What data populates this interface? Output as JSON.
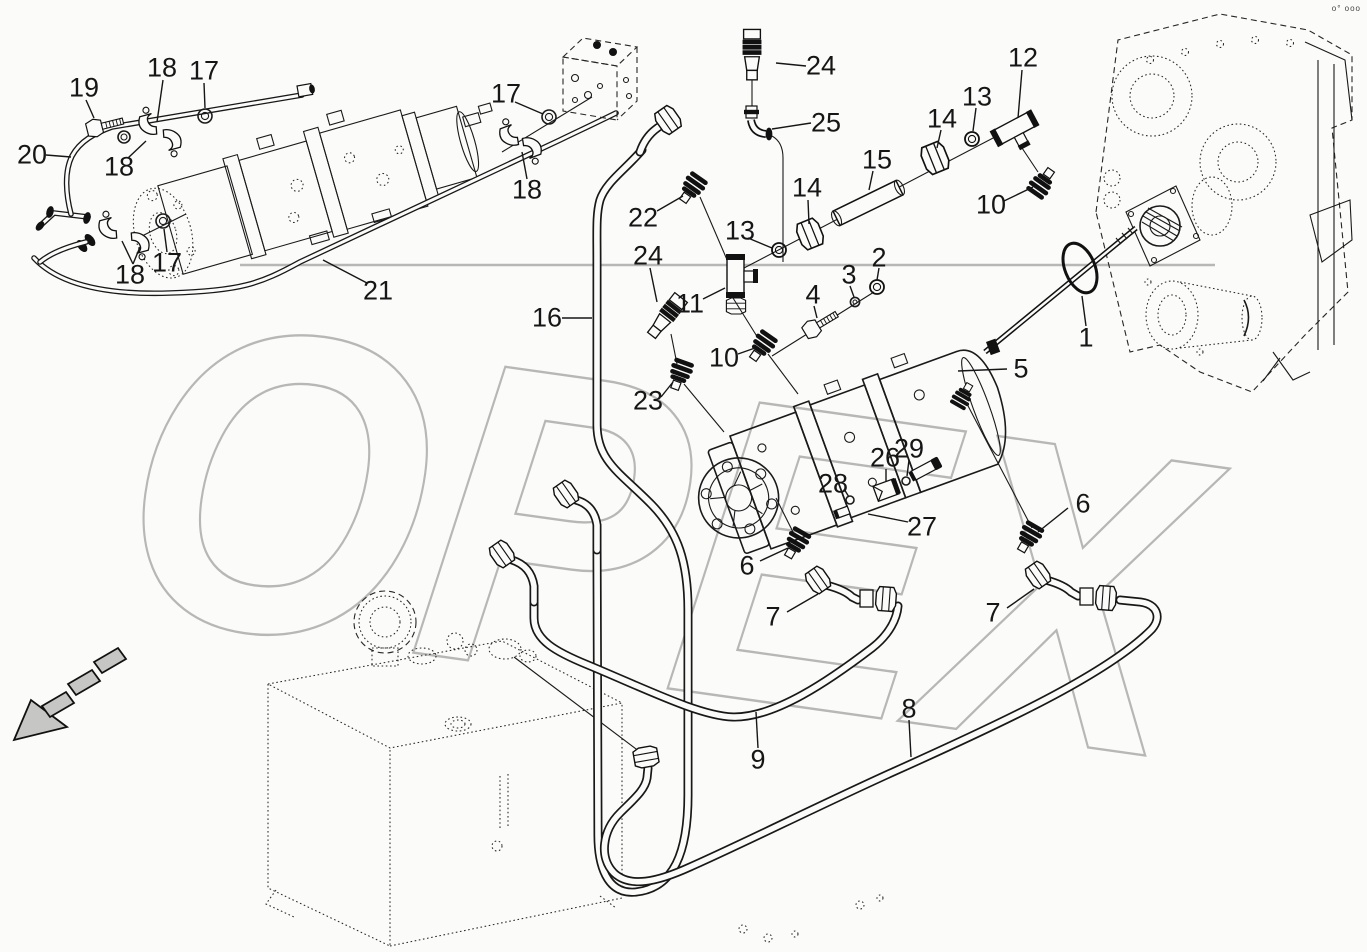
{
  "watermark": {
    "text": "OPEX",
    "color": "#b7b7b5"
  },
  "corner_mark": "o° ooo",
  "callouts": {
    "c19": "19",
    "c18a": "18",
    "c17a": "17",
    "c20": "20",
    "c18b": "18",
    "c18c": "18",
    "c17b": "17",
    "c21": "21",
    "c17c": "17",
    "c18d": "18",
    "c24a": "24",
    "c25": "25",
    "c15": "15",
    "c14a": "14",
    "c13a": "13",
    "c12": "12",
    "c10a": "10",
    "c1": "1",
    "c5": "5",
    "c22": "22",
    "c24b": "24",
    "c16": "16",
    "c11": "11",
    "c13b": "13",
    "c14b": "14",
    "c4": "4",
    "c3": "3",
    "c2": "2",
    "c10b": "10",
    "c23": "23",
    "c26": "26",
    "c29": "29",
    "c28": "28",
    "c27": "27",
    "c6a": "6",
    "c7a": "7",
    "c6b": "6",
    "c7b": "7",
    "c8": "8",
    "c9": "9"
  }
}
